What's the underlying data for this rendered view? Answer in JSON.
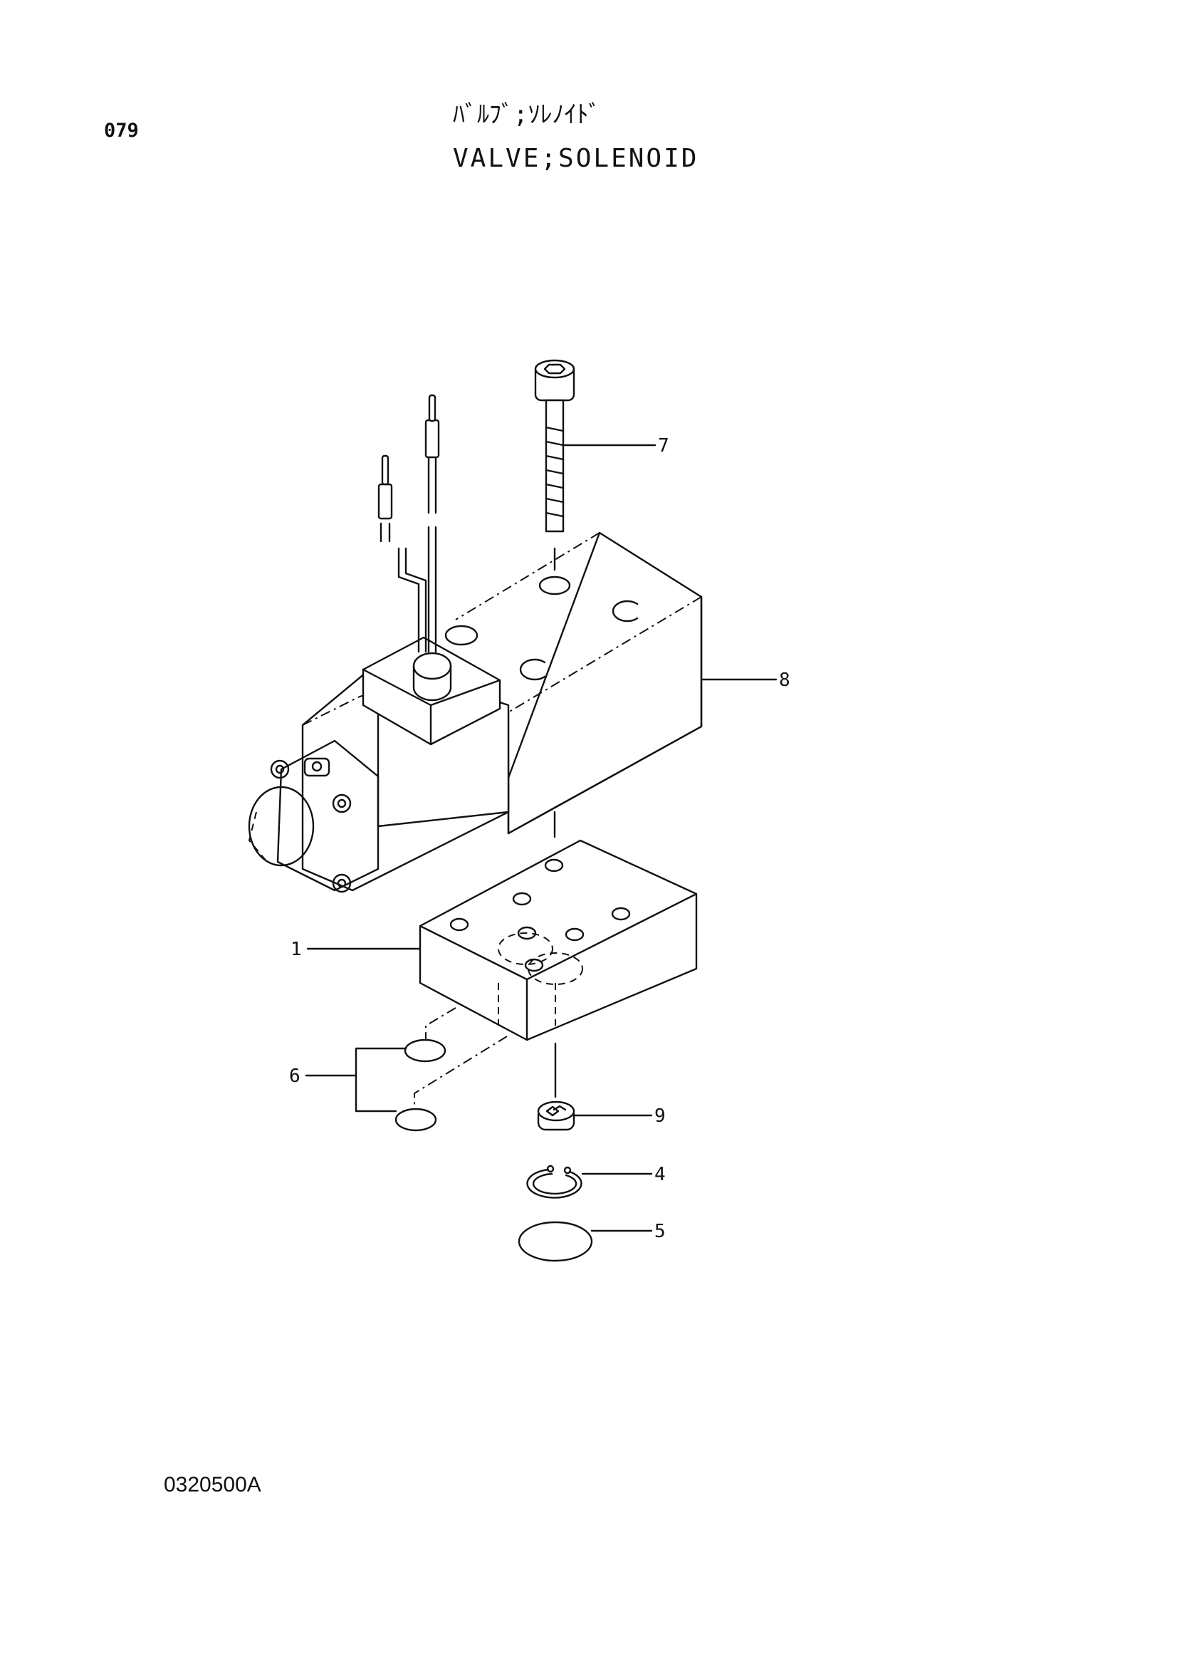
{
  "header": {
    "page_number": "079",
    "title_jp": "ﾊﾞﾙﾌﾞ;ｿﾚﾉｲﾄﾞ",
    "title_en": "VALVE;SOLENOID"
  },
  "footer": {
    "drawing_code": "0320500A"
  },
  "callouts": [
    "1",
    "4",
    "5",
    "6",
    "7",
    "8",
    "9"
  ]
}
